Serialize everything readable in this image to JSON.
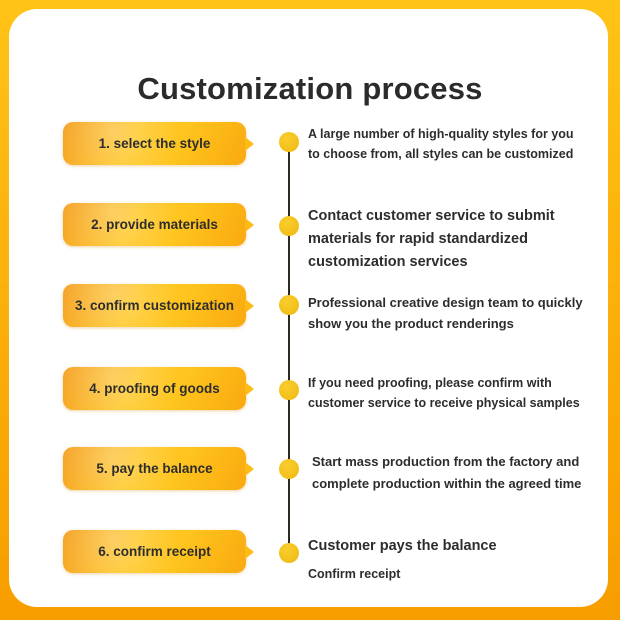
{
  "title": "Customization process",
  "colors": {
    "background_top": "#FFC316",
    "background_bottom": "#F79D00",
    "card": "#FFFFFF",
    "button_gradient_start": "#F49D1C",
    "button_gradient_mid": "#FFC622",
    "button_gradient_end": "#F9A90E",
    "dot": "#F3C01A",
    "timeline_line": "#2C2822",
    "text": "#2D2D2D"
  },
  "steps": [
    {
      "label": "1. select the style",
      "lines": [
        "A large number of high-quality styles for you",
        "to choose from, all styles can be customized"
      ]
    },
    {
      "label": "2. provide materials",
      "lines": [
        "Contact customer service to submit",
        "materials for rapid standardized",
        "customization services"
      ]
    },
    {
      "label": "3. confirm customization",
      "lines": [
        "Professional creative design team to quickly",
        "show you the product renderings"
      ]
    },
    {
      "label": "4. proofing of goods",
      "lines": [
        "If you need proofing, please confirm with",
        "customer service to receive physical samples"
      ]
    },
    {
      "label": "5. pay the balance",
      "lines": [
        "Start mass production from the factory and",
        "complete production within the agreed time"
      ]
    },
    {
      "label": "6. confirm receipt",
      "lines": [
        "Customer pays the balance"
      ],
      "subline": "Confirm receipt"
    }
  ]
}
